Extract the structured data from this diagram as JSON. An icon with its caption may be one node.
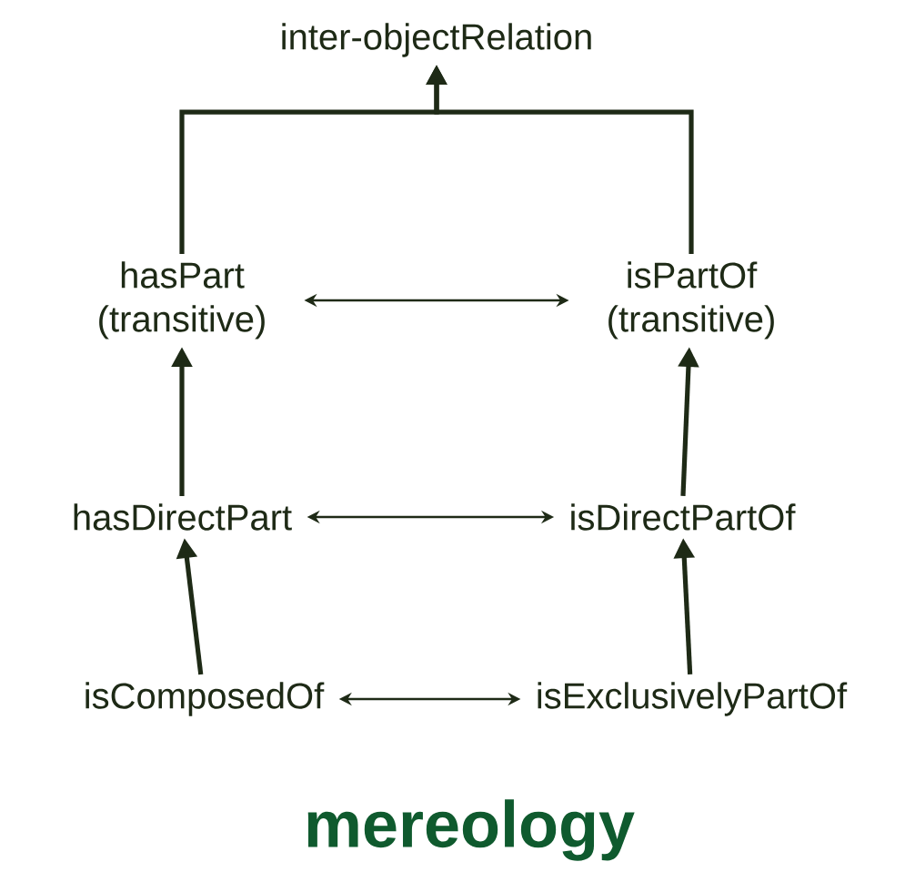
{
  "diagram": {
    "caption": "mereology",
    "nodes": [
      {
        "text": [
          "inter-objectRelation"
        ]
      },
      {
        "text": [
          "hasPart (transitive)"
        ]
      },
      {
        "text": [
          "isPartOf (transitive)"
        ]
      },
      {
        "text": [
          "hasDirectPart"
        ]
      },
      {
        "text": [
          "isDirectPartOf"
        ]
      },
      {
        "text": [
          "isComposedOf"
        ]
      },
      {
        "text": [
          "isExclusivelyPartOf"
        ]
      }
    ],
    "edges": [
      {
        "from": 1,
        "to": 0,
        "arrow": "to"
      },
      {
        "from": 2,
        "to": 0,
        "arrow": "to"
      },
      {
        "from": 1,
        "to": 2,
        "arrow": "both"
      },
      {
        "from": 3,
        "to": 1,
        "arrow": "to"
      },
      {
        "from": 4,
        "to": 2,
        "arrow": "to"
      },
      {
        "from": 3,
        "to": 4,
        "arrow": "both"
      },
      {
        "from": 5,
        "to": 3,
        "arrow": "to"
      },
      {
        "from": 6,
        "to": 4,
        "arrow": "to"
      },
      {
        "from": 5,
        "to": 6,
        "arrow": "both"
      }
    ]
  }
}
